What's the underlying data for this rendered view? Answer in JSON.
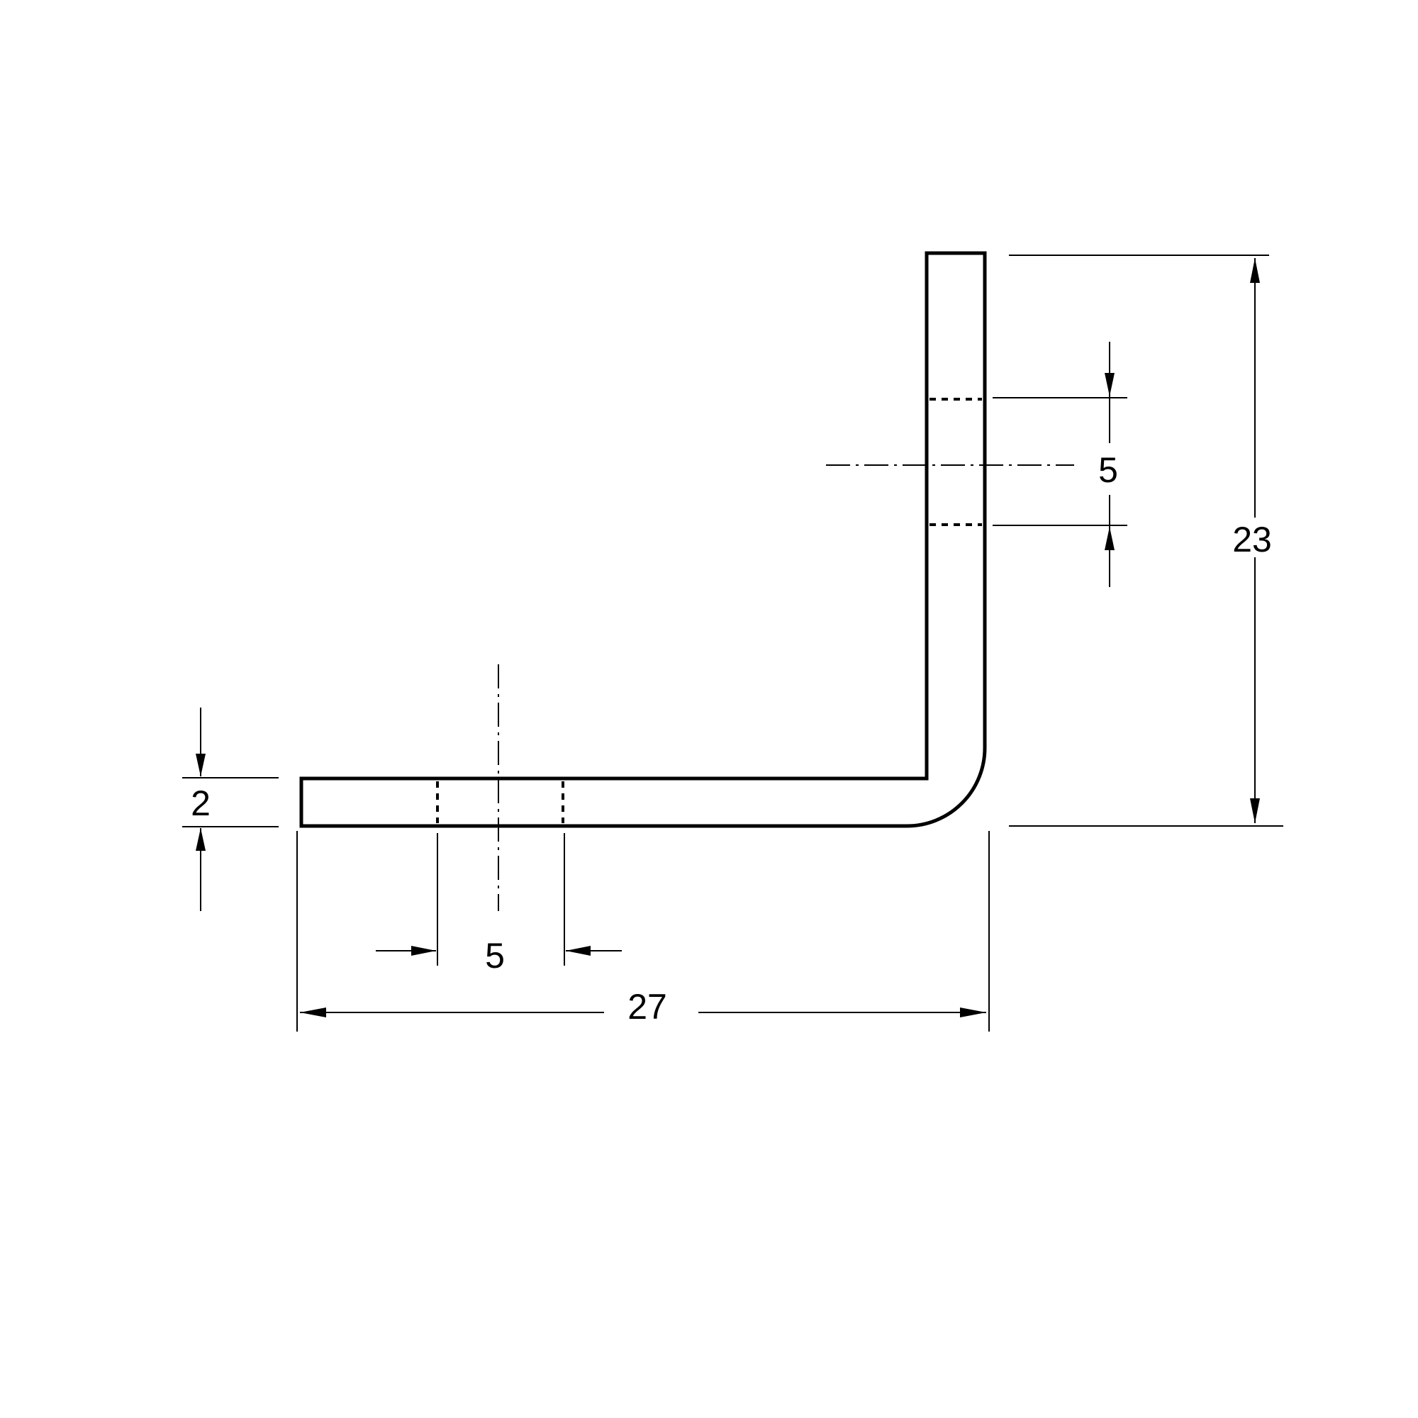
{
  "colors": {
    "background": "#ffffff",
    "ink": "#000000"
  },
  "dimensions": {
    "overall_height": "23",
    "vertical_hole": "5",
    "thickness": "2",
    "horizontal_hole": "5",
    "overall_width": "27"
  }
}
